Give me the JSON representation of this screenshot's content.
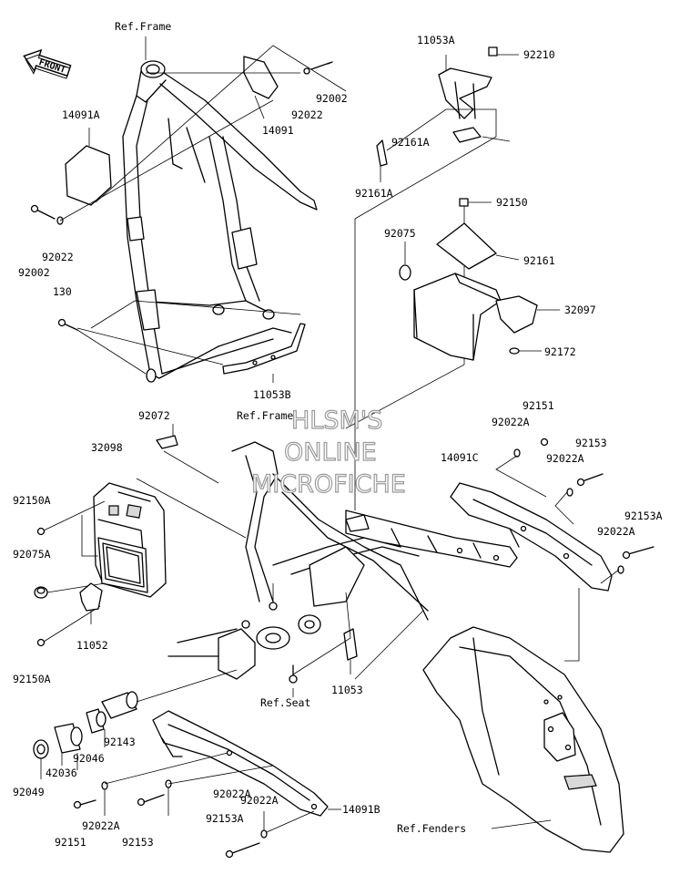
{
  "front_label": "FRONT",
  "watermark": {
    "line1": "HLSM'S",
    "line2": "ONLINE",
    "line3": "MICROFICHE"
  },
  "labels": {
    "ref_frame_top": "Ref.Frame",
    "p11053A": "11053A",
    "p92210": "92210",
    "p92002_top": "92002",
    "p92022_top": "92022",
    "p14091A": "14091A",
    "p14091": "14091",
    "p92161A_1": "92161A",
    "p92161A_2": "92161A",
    "p92150": "92150",
    "p92075": "92075",
    "p92161": "92161",
    "p32097": "32097",
    "p92172": "92172",
    "p92022_left": "92022",
    "p92002_left": "92002",
    "p130": "130",
    "p11053B": "11053B",
    "p92072": "92072",
    "ref_frame_mid": "Ref.Frame",
    "p32098": "32098",
    "p92151_right": "92151",
    "p92022A_r1": "92022A",
    "p92153_right": "92153",
    "p14091C": "14091C",
    "p92022A_r2": "92022A",
    "p92153A_right": "92153A",
    "p92022A_r3": "92022A",
    "p92150A_1": "92150A",
    "p92075A": "92075A",
    "p11052": "11052",
    "p92150A_2": "92150A",
    "p11053": "11053",
    "ref_seat": "Ref.Seat",
    "p92143": "92143",
    "p92046": "92046",
    "p42036": "42036",
    "p92049": "92049",
    "p92022A_b1": "92022A",
    "p92022A_b2": "92022A",
    "p92153A_b": "92153A",
    "p14091B": "14091B",
    "p92151_b": "92151",
    "p92022A_b3": "92022A",
    "p92153_b": "92153",
    "ref_fenders": "Ref.Fenders"
  }
}
